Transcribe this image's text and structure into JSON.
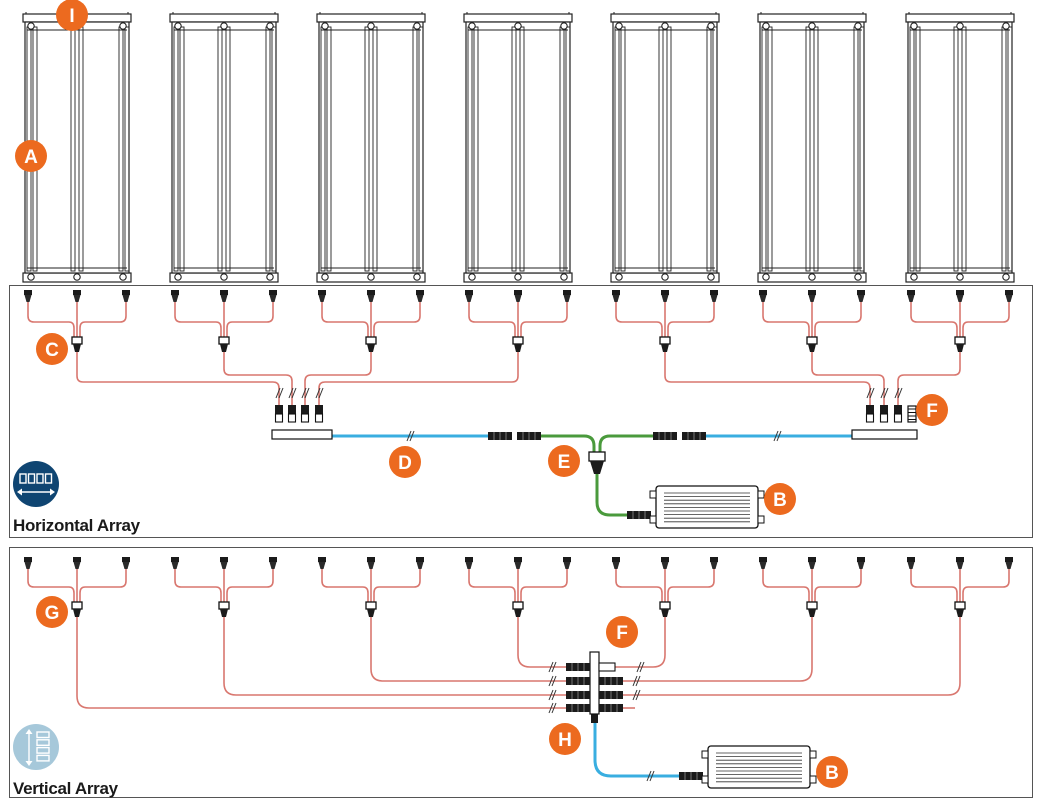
{
  "sections": {
    "horizontal": {
      "caption": "Horizontal Array"
    },
    "vertical": {
      "caption": "Vertical Array"
    }
  },
  "callouts": {
    "top": [
      "I",
      "A"
    ],
    "horizontal": [
      "C",
      "D",
      "E",
      "F",
      "B"
    ],
    "vertical": [
      "G",
      "F",
      "H",
      "B"
    ]
  },
  "colors": {
    "badge": "#ec6a1f",
    "cable_red": "#d9776f",
    "cable_blue": "#39aee0",
    "cable_green": "#4a9a3c",
    "icon_horizontal": "#0f4572",
    "icon_vertical": "#a6c8da",
    "line": "#222222"
  },
  "icons": {
    "horizontal": "horizontal-array-icon",
    "vertical": "vertical-array-icon"
  },
  "panel_count": 7
}
